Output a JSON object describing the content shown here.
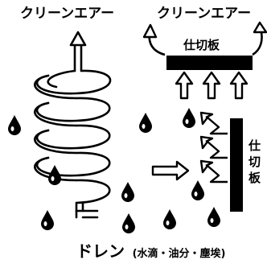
{
  "labels": {
    "clean_air_left": "クリーンエアー",
    "clean_air_right": "クリーンエアー",
    "partition_top": "仕切板",
    "partition_side": [
      "仕",
      "切",
      "板"
    ],
    "drain_main": "ドレン",
    "drain_detail": "(水滴・油分・塵埃)"
  }
}
